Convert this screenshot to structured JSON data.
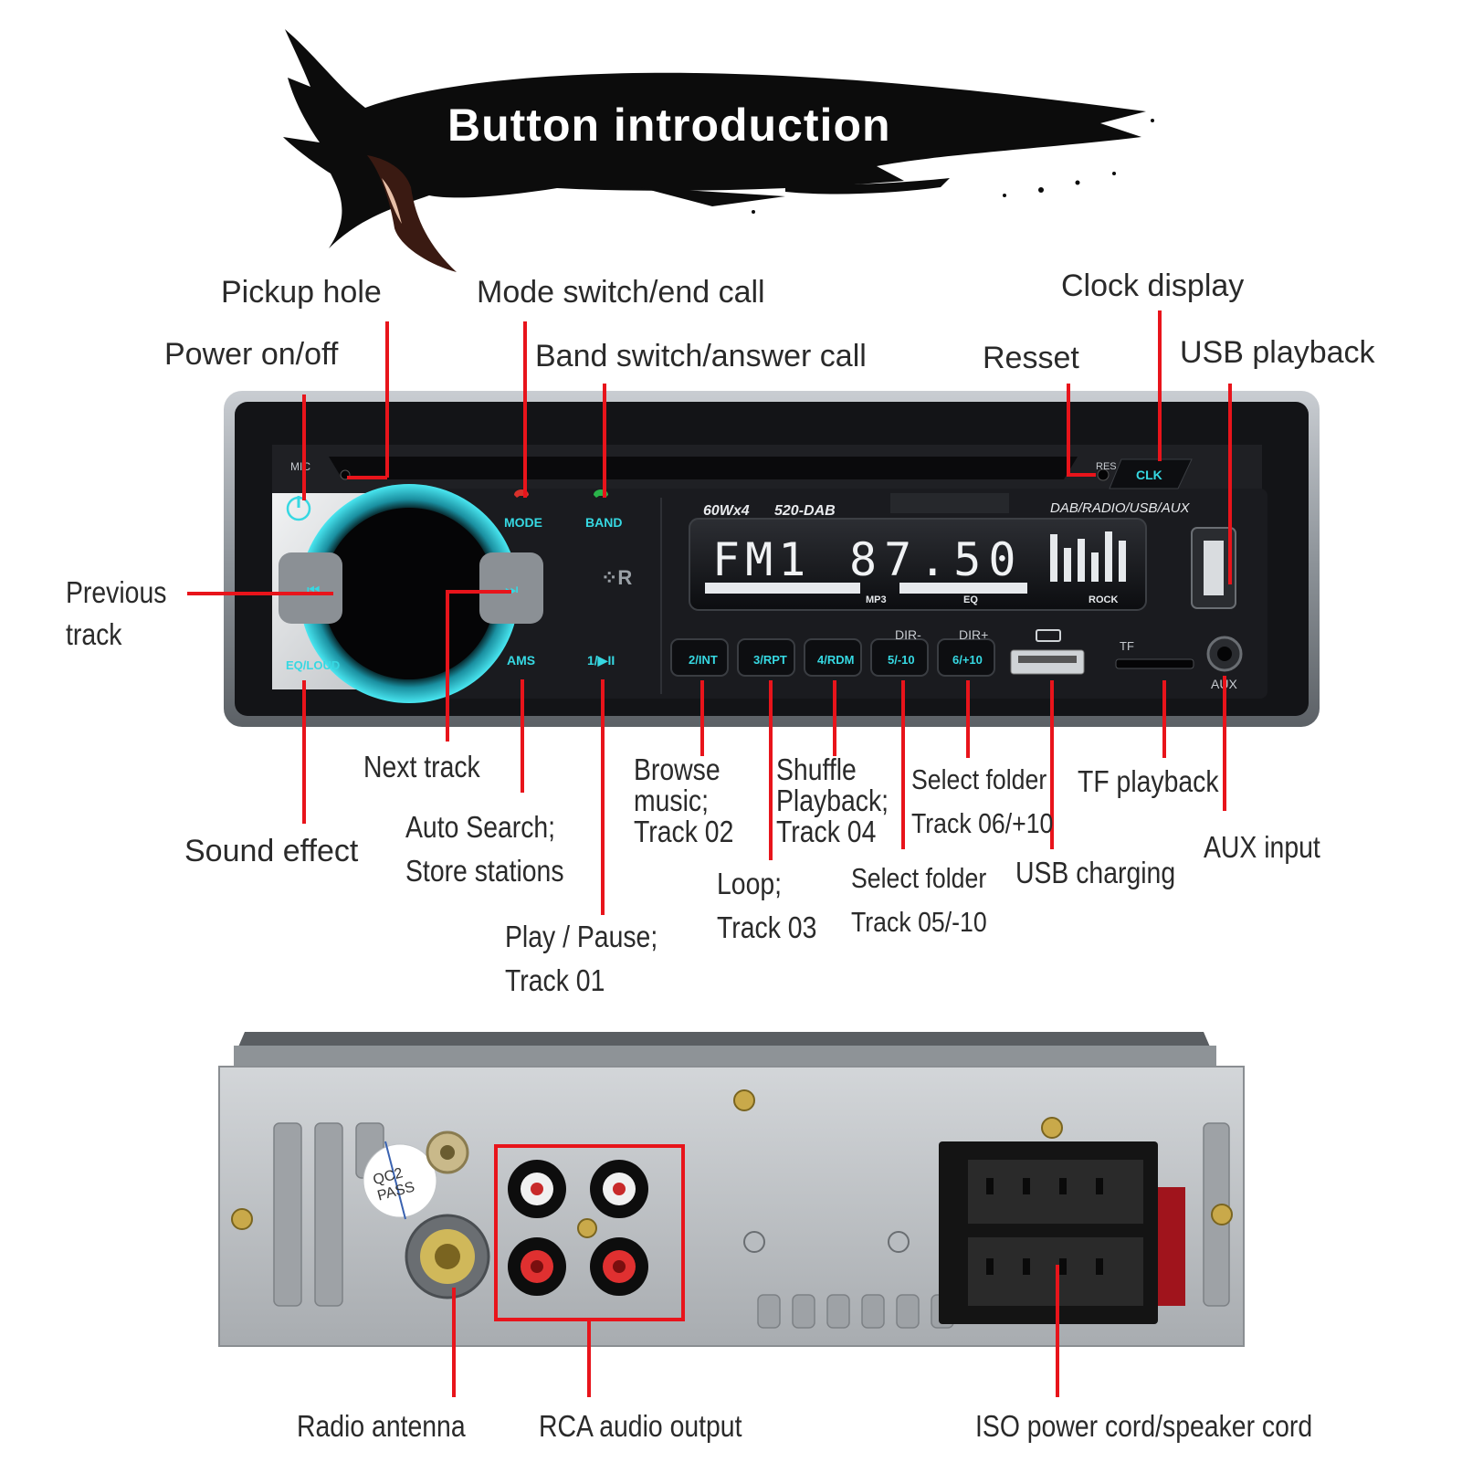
{
  "title": "Button introduction",
  "front_panel": {
    "model": "60Wx4",
    "model_code": "520-DAB",
    "modes": "DAB/RADIO/USB/AUX",
    "lcd": {
      "band": "FM1",
      "frequency": "87.50",
      "sub_labels": [
        "MP3",
        "EQ",
        "ROCK"
      ]
    },
    "buttons": {
      "mic": "MIC",
      "mode": "MODE",
      "band": "BAND",
      "eq_loud": "EQ/LOUD",
      "ams": "AMS",
      "play": "1/▶II",
      "int": "2/INT",
      "rpt": "3/RPT",
      "rdm": "4/RDM",
      "dir_minus": "5/-10",
      "dir_plus": "6/+10",
      "dir_minus_top": "DIR-",
      "dir_plus_top": "DIR+",
      "res": "RES",
      "clk": "CLK",
      "tf": "TF",
      "aux": "AUX"
    }
  },
  "back_panel": {
    "sticker": "QC2\nPASS"
  },
  "callouts": {
    "pickup_hole": "Pickup hole",
    "mode_switch": "Mode switch/end call",
    "clock_display": "Clock display",
    "power": "Power on/off",
    "band_switch": "Band switch/answer call",
    "reset": "Resset",
    "usb_playback": "USB playback",
    "previous_track": "Previous\ntrack",
    "next_track": "Next track",
    "browse": "Browse\nmusic;\nTrack 02",
    "shuffle": "Shuffle\nPlayback;\nTrack 04",
    "select_plus": "Select folder\nTrack 06/+10",
    "tf_playback": "TF playback",
    "auto_search": "Auto Search;\nStore stations",
    "sound_effect": "Sound effect",
    "loop": "Loop;\nTrack 03",
    "select_minus": "Select folder\nTrack 05/-10",
    "usb_charging": "USB charging",
    "aux_input": "AUX input",
    "play_pause": "Play / Pause;\nTrack 01",
    "radio_antenna": "Radio antenna",
    "rca_output": "RCA audio output",
    "iso_cord": "ISO power cord/speaker cord"
  },
  "colors": {
    "pointer": "#e8141b",
    "accent": "#34d3df",
    "panel": "#1c1d21"
  }
}
